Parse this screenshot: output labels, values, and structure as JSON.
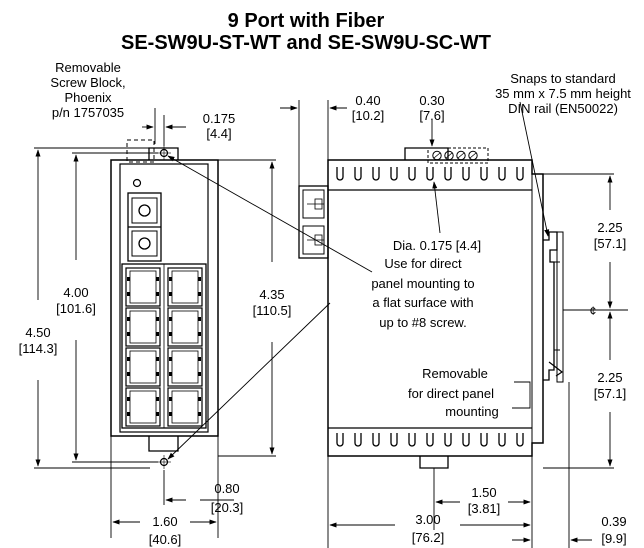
{
  "title": {
    "line1": "9 Port with Fiber",
    "line2": "SE-SW9U-ST-WT and SE-SW9U-SC-WT"
  },
  "callouts": {
    "screw_block": [
      "Removable",
      "Screw Block,",
      "Phoenix",
      "p/n 1757035"
    ],
    "din_rail": [
      "Snaps to standard",
      "35 mm x 7.5 mm height",
      "DIN rail (EN50022)"
    ],
    "mounting_hole": [
      "Dia. 0.175 [4.4]",
      "Use for direct",
      "panel mounting to",
      "a flat surface with",
      "up to #8 screw."
    ],
    "removable_clip": [
      "Removable",
      "for direct panel",
      "mounting"
    ],
    "centerline_symbol": "¢"
  },
  "dimensions": {
    "hole_offset": [
      "0.175",
      "[4.4]"
    ],
    "connector_depth": [
      "0.40",
      "[10.2]"
    ],
    "terminal_offset": [
      "0.30",
      "[7.6]"
    ],
    "overall_height": [
      "4.50",
      "[114.3]"
    ],
    "hole_spacing": [
      "4.00",
      "[101.6]"
    ],
    "front_height": [
      "4.35",
      "[110.5]"
    ],
    "rail_upper": [
      "2.25",
      "[57.1]"
    ],
    "rail_lower": [
      "2.25",
      "[57.1]"
    ],
    "hole_to_edge": [
      "0.80",
      "[20.3]"
    ],
    "front_width": [
      "1.60",
      "[40.6]"
    ],
    "side_hole_offset": [
      "1.50",
      "[3.81]"
    ],
    "side_depth": [
      "3.00",
      "[76.2]"
    ],
    "rail_depth": [
      "0.39",
      "[9.9]"
    ]
  }
}
